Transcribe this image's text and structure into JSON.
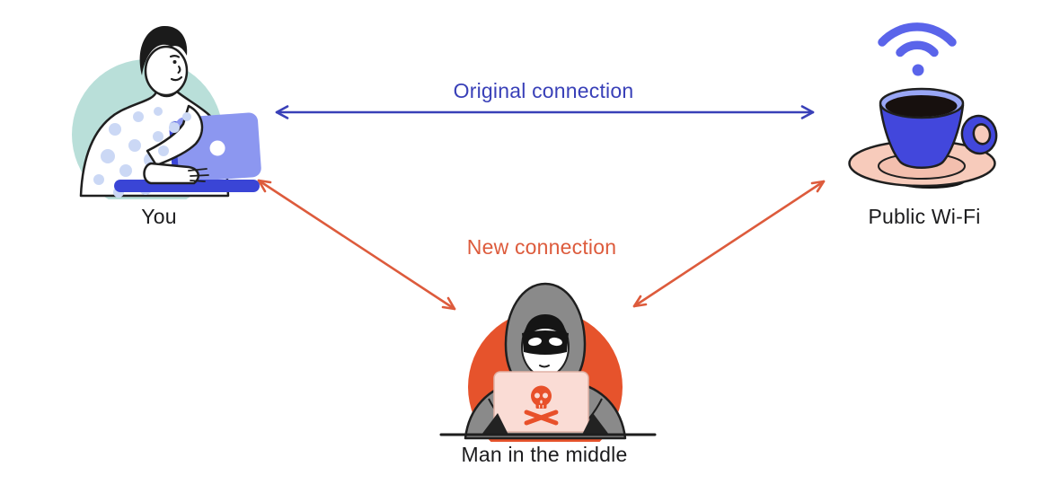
{
  "palette": {
    "background": "#FFFFFF",
    "original_connection_color": "#3940B8",
    "new_connection_color": "#DD5B3C",
    "label_text_color": "#1C1C1E",
    "teal_circle": "#B9DFD9",
    "orange_circle": "#E6532C",
    "outline": "#1F1F1F",
    "laptop_blue": "#8C97F0",
    "laptop_dark_blue": "#3A45D6",
    "cup_blue": "#4247DC",
    "wifi_blue": "#5A64EA",
    "saucer_pink": "#F7CBBB",
    "hacker_laptop_pink": "#FADCD5",
    "skull_orange": "#E8502A",
    "hoodie_gray": "#8A8A8A"
  },
  "nodes": [
    {
      "id": "you",
      "label": "You",
      "icon": "person-at-laptop"
    },
    {
      "id": "public-wifi",
      "label": "Public Wi-Fi",
      "icon": "wifi-coffee-cup"
    },
    {
      "id": "man-in-the-middle",
      "label": "Man in the middle",
      "icon": "hooded-hacker-laptop"
    }
  ],
  "connections": [
    {
      "id": "original-connection",
      "label": "Original connection",
      "color": "#3940B8",
      "from": "you",
      "to": "public-wifi",
      "arrows": "double"
    },
    {
      "id": "new-connection",
      "label": "New connection",
      "color": "#DD5B3C",
      "arrows": "double",
      "segments": [
        {
          "from": "you",
          "to": "man-in-the-middle"
        },
        {
          "from": "man-in-the-middle",
          "to": "public-wifi"
        }
      ]
    }
  ]
}
